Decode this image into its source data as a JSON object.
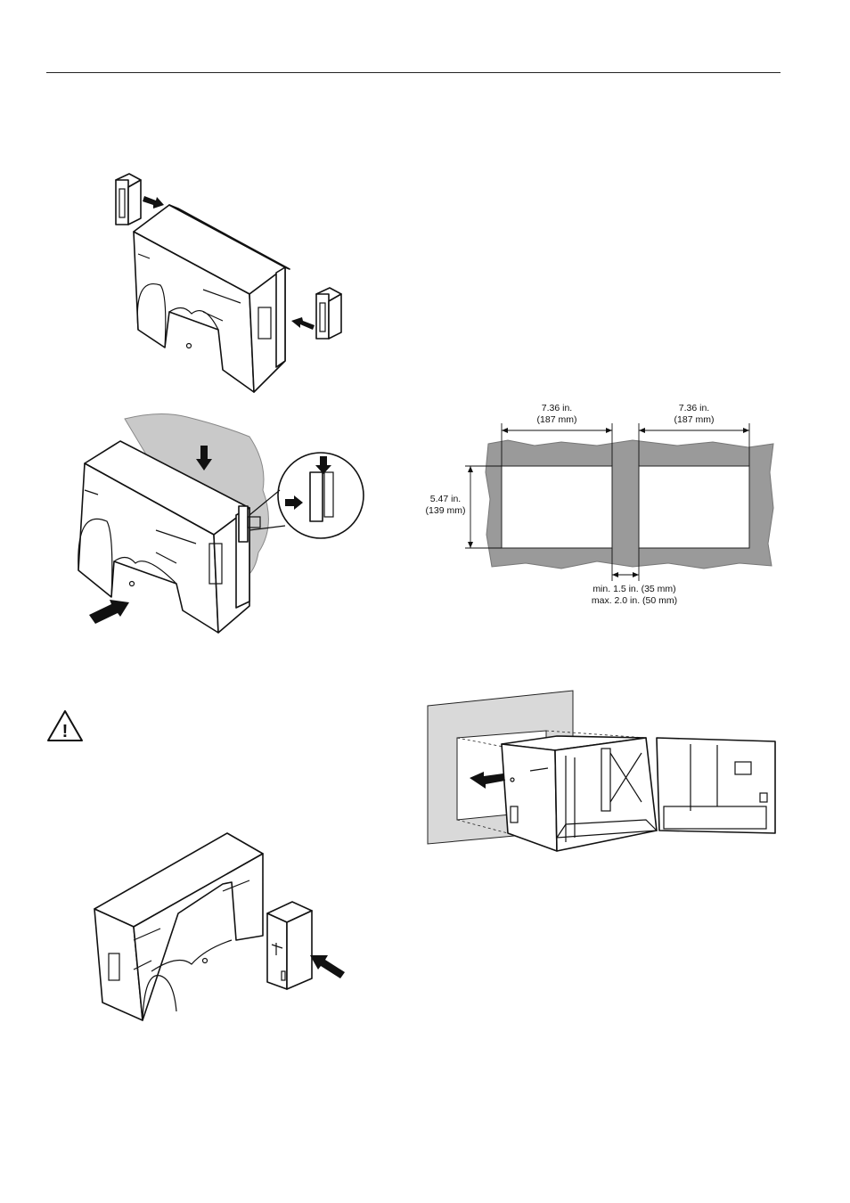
{
  "panel_cutout": {
    "width_label": "7.36 in.",
    "width_label_mm": "(187 mm)",
    "width_label_2": "7.36 in.",
    "width_label_2_mm": "(187 mm)",
    "height_label": "5.47 in.",
    "height_label_mm": "(139 mm)",
    "spacing_min": "min. 1.5 in. (35 mm)",
    "spacing_max": "max. 2.0 in. (50 mm)"
  },
  "warning": {
    "symbol": "!"
  }
}
